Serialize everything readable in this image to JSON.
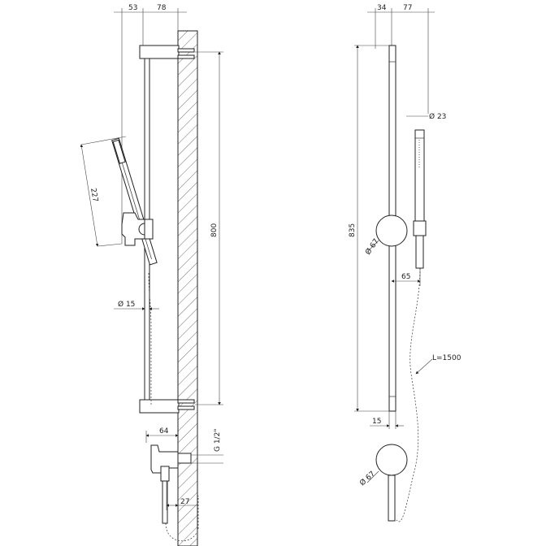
{
  "side_view": {
    "dims": {
      "offset_top_left": "53",
      "offset_top_right": "78",
      "handshower_length": "227",
      "bar_length": "800",
      "bar_diameter": "Ø 15",
      "elbow_depth": "64",
      "thread": "G 1/2\"",
      "elbow_offset": "27"
    }
  },
  "front_view": {
    "dims": {
      "offset_top_left": "34",
      "offset_top_right": "77",
      "handshower_diameter": "Ø 23",
      "total_height": "835",
      "rosette_diameter": "Ø 67",
      "holder_offset": "65",
      "hose_length": "L=1500",
      "bar_width": "15",
      "elbow_rosette_diameter": "Ø 67"
    }
  }
}
